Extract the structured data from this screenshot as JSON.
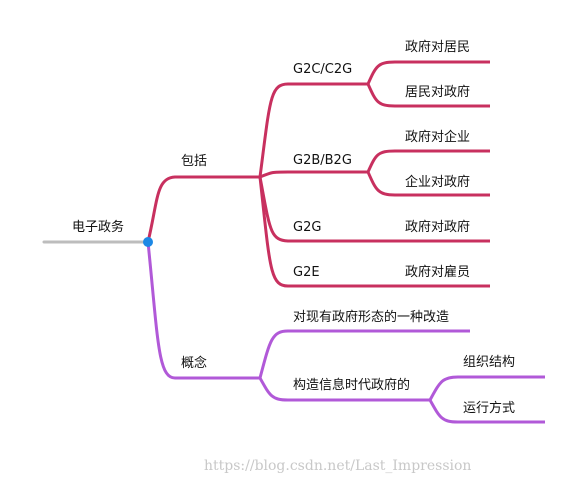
{
  "root": {
    "label": "电子政务"
  },
  "branches": [
    {
      "key": "include",
      "label": "包括",
      "color": "#c8305f",
      "children": [
        {
          "label": "G2C/C2G",
          "children": [
            "政府对居民",
            "居民对政府"
          ]
        },
        {
          "label": "G2B/B2G",
          "children": [
            "政府对企业",
            "企业对政府"
          ]
        },
        {
          "label": "G2G",
          "children": [
            "政府对政府"
          ]
        },
        {
          "label": "G2E",
          "children": [
            "政府对雇员"
          ]
        }
      ]
    },
    {
      "key": "concept",
      "label": "概念",
      "color": "#b159d8",
      "children": [
        {
          "label": "对现有政府形态的一种改造",
          "children": []
        },
        {
          "label": "构造信息时代政府的",
          "children": [
            "组织结构",
            "运行方式"
          ]
        }
      ]
    }
  ],
  "colors": {
    "root_line": "#bdbdbd",
    "root_dot": "#1d88e5"
  },
  "watermark": "https://blog.csdn.net/Last_Impression"
}
